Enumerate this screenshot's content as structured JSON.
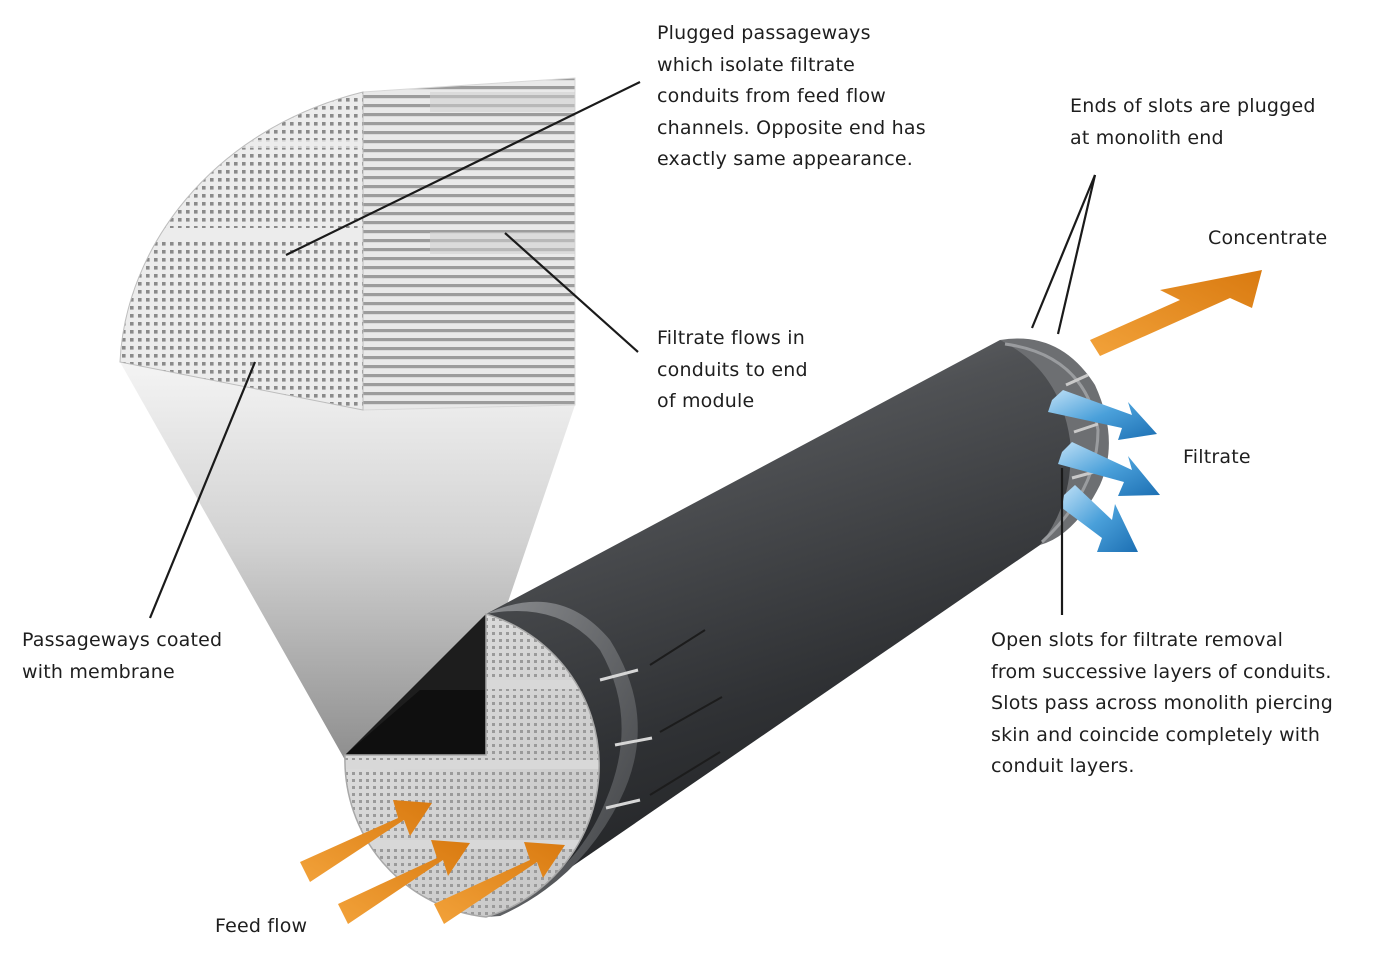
{
  "labels": {
    "plugged_passageways": "Plugged passageways\nwhich isolate filtrate\nconduits from feed flow\nchannels. Opposite end has\nexactly same appearance.",
    "ends_of_slots": "Ends of slots are plugged\nat monolith end",
    "concentrate": "Concentrate",
    "filtrate_flows": "Filtrate flows in\nconduits to end\nof module",
    "filtrate": "Filtrate",
    "passageways_coated": "Passageways coated\nwith membrane",
    "open_slots": "Open slots for filtrate removal\nfrom successive layers of conduits.\nSlots pass across monolith piercing\nskin and coincide completely with\nconduit layers.",
    "feed_flow": "Feed flow"
  },
  "colors": {
    "arrow_orange": "#e08a1c",
    "arrow_blue": "#2f86c6",
    "tube_dark": "#333538",
    "tube_mid": "#5a5c5f",
    "leader_line": "#1a1a1a"
  }
}
